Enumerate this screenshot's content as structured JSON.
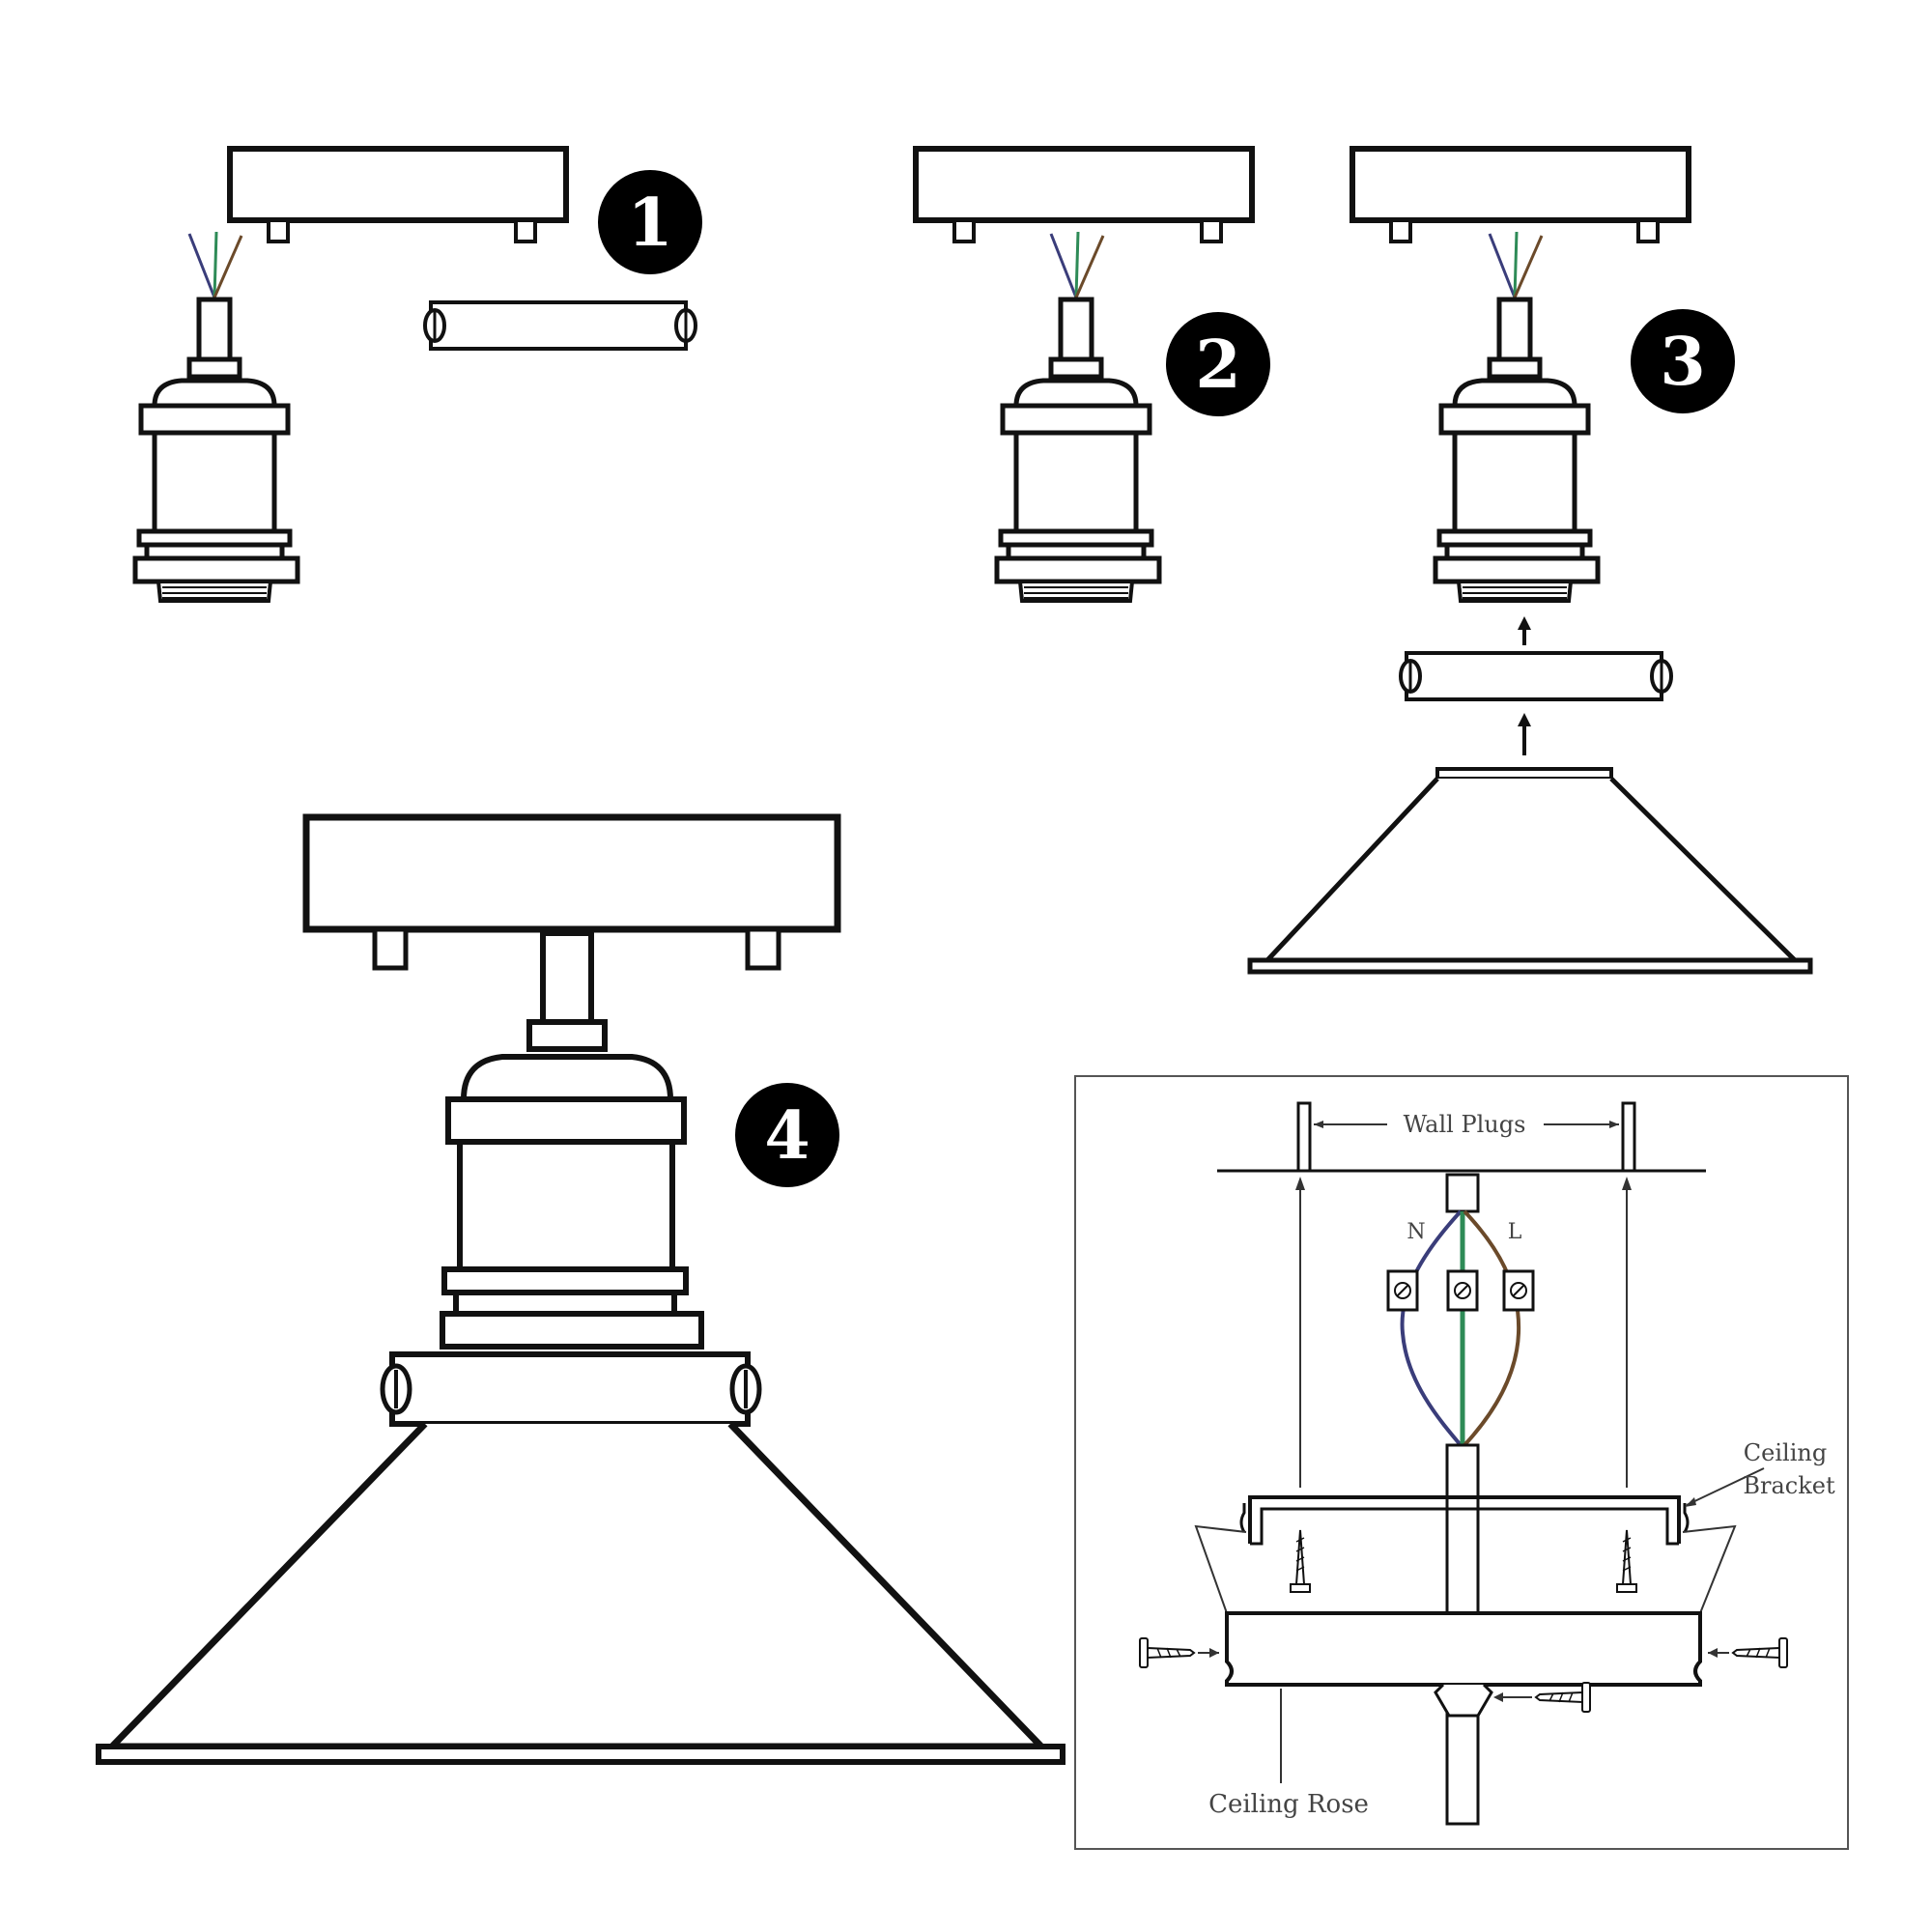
{
  "steps": [
    {
      "number": "1"
    },
    {
      "number": "2"
    },
    {
      "number": "3"
    },
    {
      "number": "4"
    }
  ],
  "wiring_diagram": {
    "wall_plugs_label": "Wall Plugs",
    "neutral_label": "N",
    "live_label": "L",
    "ceiling_bracket_label_line1": "Ceiling",
    "ceiling_bracket_label_line2": "Bracket",
    "ceiling_rose_label": "Ceiling Rose"
  },
  "colors": {
    "line": "#111111",
    "neutral_wire": "#3a3d7a",
    "earth_wire": "#2e8b57",
    "live_wire": "#6b4a2a",
    "badge": "#000000"
  }
}
